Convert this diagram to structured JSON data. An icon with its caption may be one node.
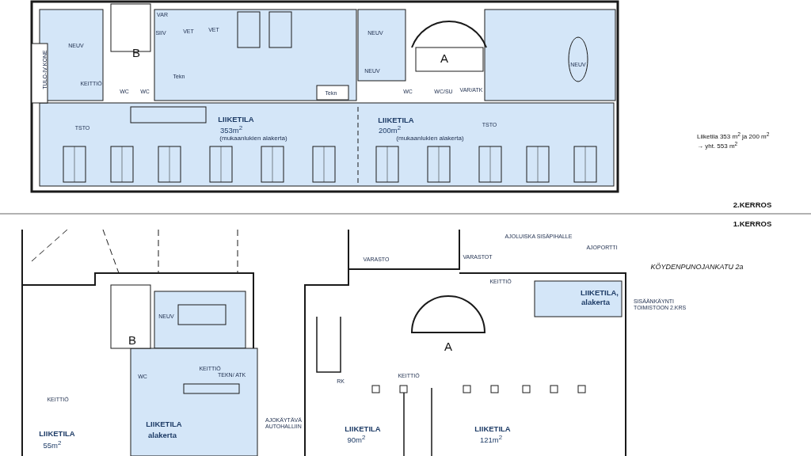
{
  "diagram": {
    "labels": [
      "VAR",
      "VET",
      "VET",
      "SIIV",
      "NEUV",
      "NEUV",
      "B",
      "A",
      "NEUV",
      "TULO-IV KONE",
      "NEUV",
      "Tekn",
      "KEITTIÖ",
      "WC",
      "WC",
      "Tekn",
      "WC",
      "WC/SU",
      "VAR/ATK",
      "LIIKETILA",
      "LIIKETILA",
      "TSTO",
      "TSTO",
      "353m$^{2}$",
      "200m$^{2}$",
      "(mukaanlukien alakerta)",
      "(mukaanlukien alakerta)",
      "Liiketila 353 m$^{2}$ ja 200 m$^{2}$ → yht. 553 m$^{2}$",
      "2.KERROS",
      "1.KERROS",
      "AJOLUISKA SISÄPIHALLE",
      "AJOPORTTI",
      "VARASTO",
      "VARASTOT",
      "KÖYDENPUNOJANKATU 2a",
      "KEITTIÖ",
      "LIIKETILA,",
      "alakerta",
      "SISÄÄNKÄYNTI TOIMISTOON 2.KRS",
      "NEUV",
      "B",
      "A",
      "WC",
      "KEITTIÖ",
      "TEKN/ ATK",
      "KEITTIÖ",
      "RK",
      "KEITTIÖ",
      "AJOKÄYTÄVÄ AUTOHALLIIN",
      "LIIKETILA",
      "alakerta",
      "LIIKETILA",
      "LIIKETILA",
      "LIIKETILA",
      "90m$^{2}$",
      "121m$^{2}$",
      "55m$^{2}$"
    ]
  }
}
